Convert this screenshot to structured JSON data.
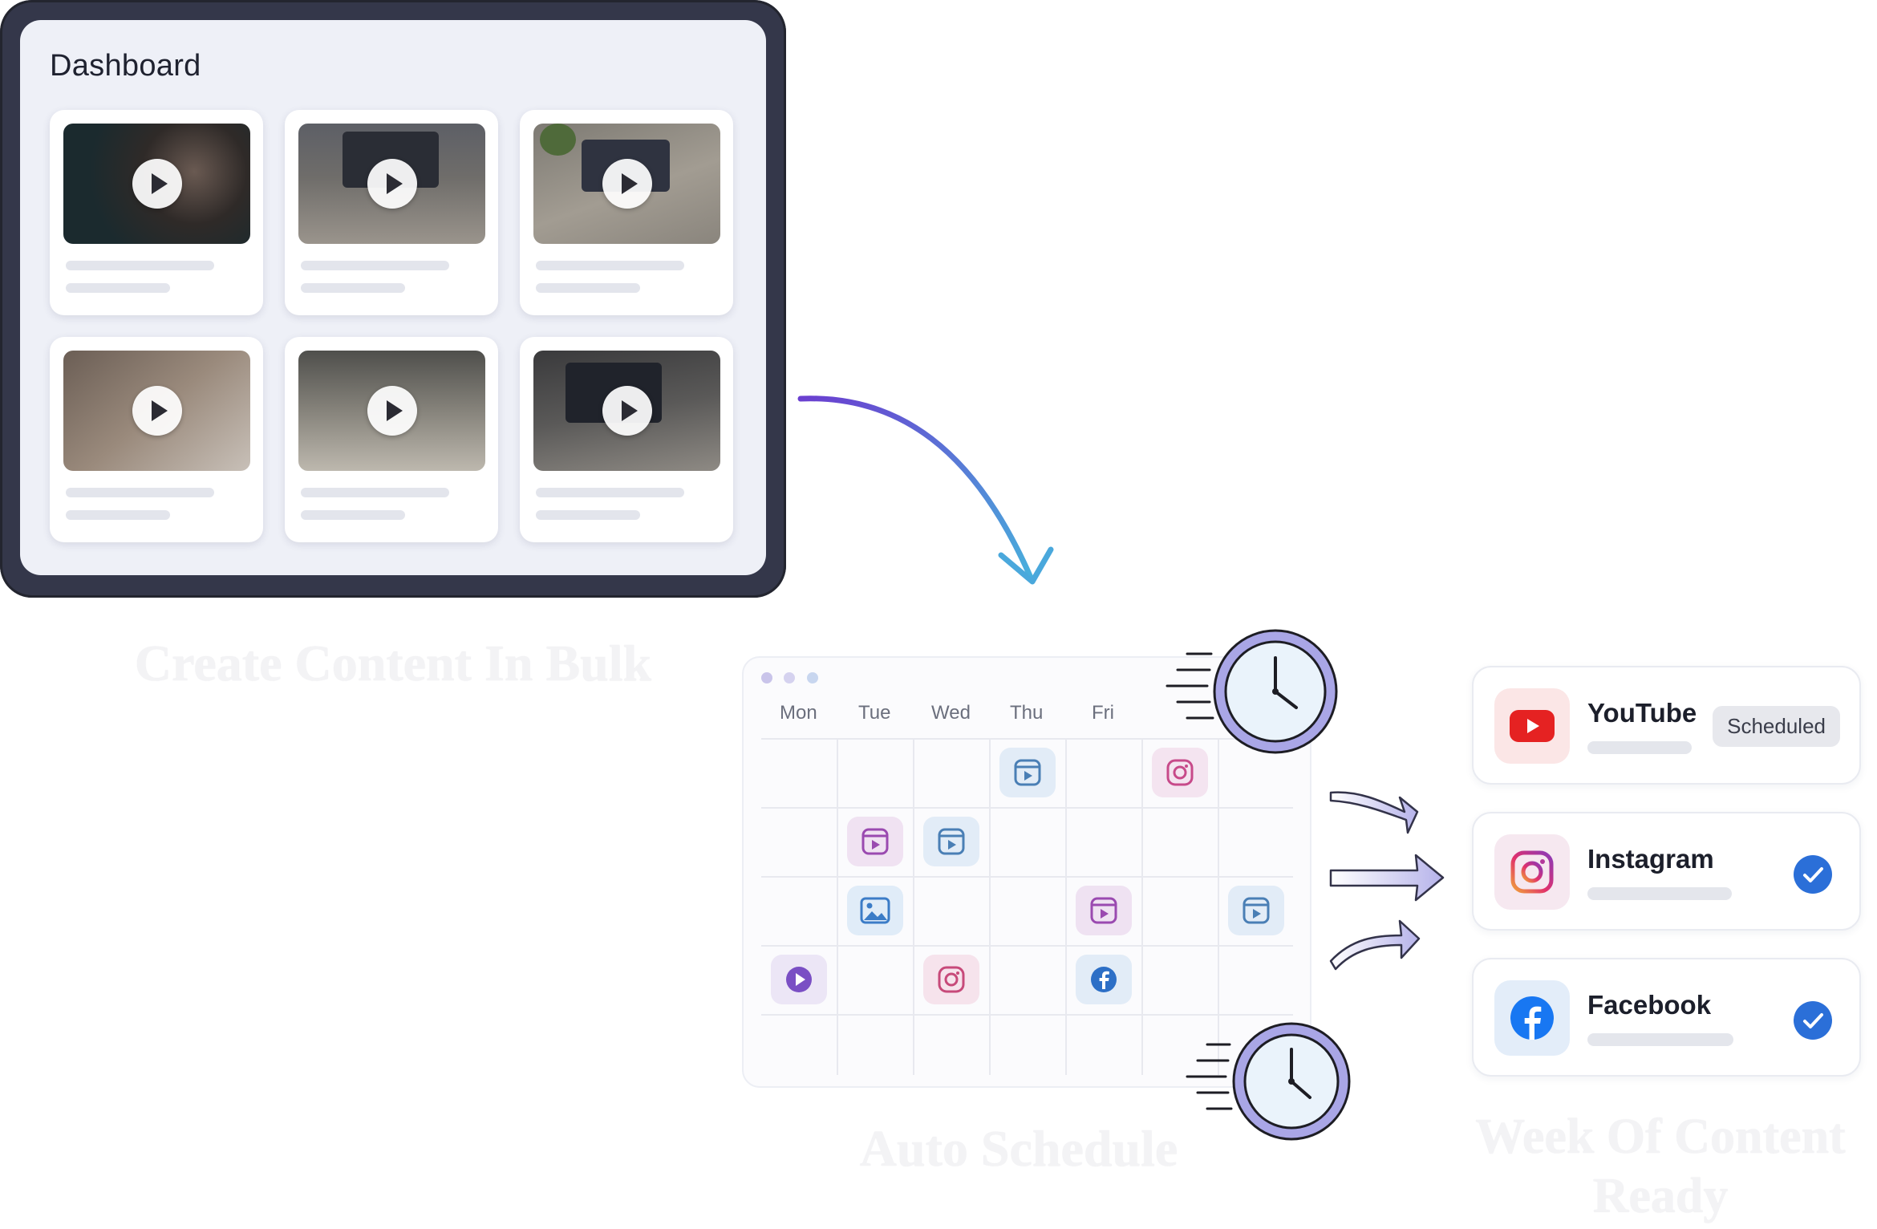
{
  "dashboard": {
    "title": "Dashboard",
    "videos": [
      {
        "icon": "play-icon"
      },
      {
        "icon": "play-icon"
      },
      {
        "icon": "play-icon"
      },
      {
        "icon": "play-icon"
      },
      {
        "icon": "play-icon"
      },
      {
        "icon": "play-icon"
      }
    ]
  },
  "steps": {
    "step1": "Create Content In Bulk",
    "step2": "Auto Schedule",
    "step3": "Week Of Content Ready"
  },
  "calendar": {
    "days": [
      "Mon",
      "Tue",
      "Wed",
      "Thu",
      "Fri"
    ],
    "window_dot_colors": [
      "#c9c4ea",
      "#d5d2ef",
      "#c8d6ef"
    ]
  },
  "platforms": {
    "youtube": {
      "name": "YouTube",
      "status": "Scheduled",
      "icon": "youtube-icon"
    },
    "instagram": {
      "name": "Instagram",
      "status_icon": "check-icon",
      "icon": "instagram-icon"
    },
    "facebook": {
      "name": "Facebook",
      "status_icon": "check-icon",
      "icon": "facebook-icon"
    }
  },
  "colors": {
    "accent_purple": "#6a4ad0",
    "accent_blue": "#4aa3d8",
    "check_blue": "#2b6fd8",
    "youtube_red": "#e52222",
    "facebook_blue": "#1877f2"
  }
}
